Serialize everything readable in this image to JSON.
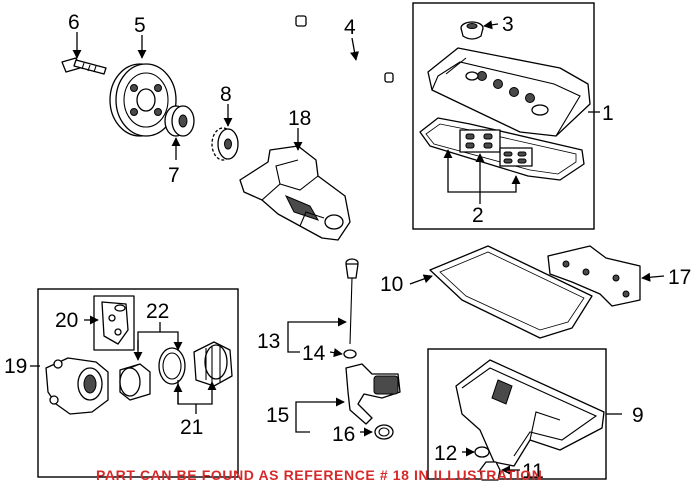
{
  "callouts": {
    "c1": "1",
    "c2": "2",
    "c3": "3",
    "c4": "4",
    "c5": "5",
    "c6": "6",
    "c7": "7",
    "c8": "8",
    "c9": "9",
    "c10": "10",
    "c11": "11",
    "c12": "12",
    "c13": "13",
    "c14": "14",
    "c15": "15",
    "c16": "16",
    "c17": "17",
    "c18": "18",
    "c19": "19",
    "c20": "20",
    "c21": "21",
    "c22": "22"
  },
  "banner": "PART CAN BE FOUND AS REFERENCE # 18 IN ILLUSTRATION",
  "colors": {
    "banner": "#d62a2a",
    "line": "#000000"
  }
}
